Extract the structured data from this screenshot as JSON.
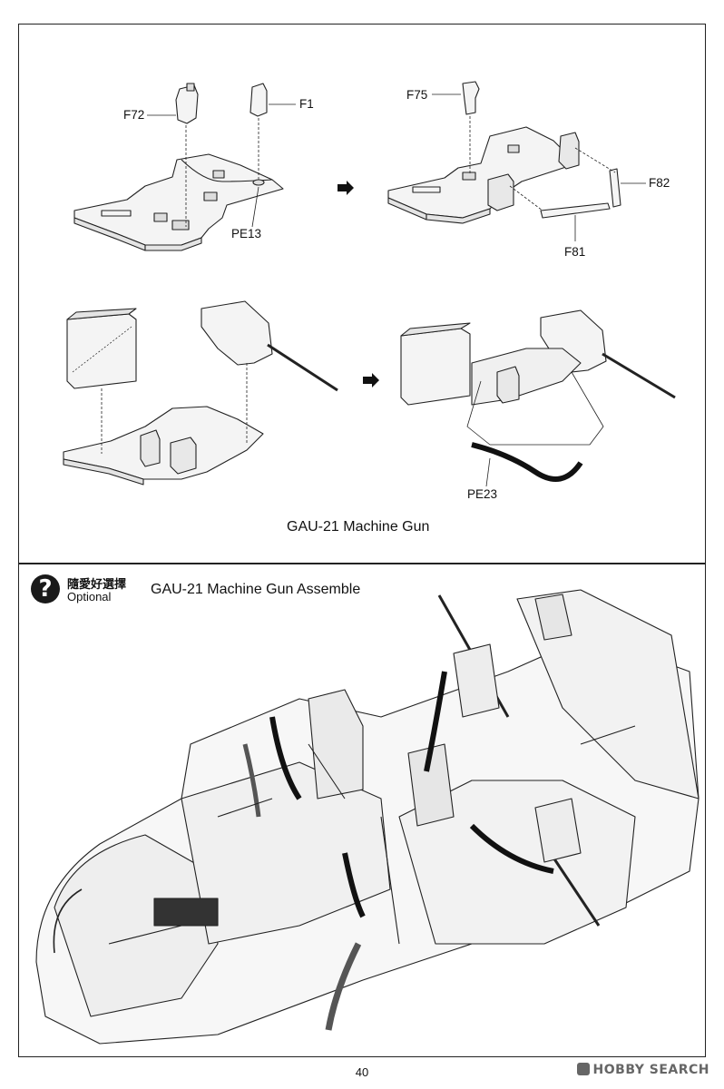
{
  "top_panel": {
    "caption": "GAU-21 Machine Gun",
    "labels": {
      "f72": "F72",
      "f1": "F1",
      "pe13": "PE13",
      "f75": "F75",
      "f82": "F82",
      "f81": "F81",
      "pe23": "PE23"
    }
  },
  "bottom_panel": {
    "optional_cn": "隨愛好選擇",
    "optional_en": "Optional",
    "title": "GAU-21 Machine Gun Assemble"
  },
  "footer": {
    "page_number": "40",
    "watermark": "HOBBY SEARCH"
  },
  "icons": {
    "optional": "question-mark-icon",
    "next_step": "arrow-right-icon"
  }
}
